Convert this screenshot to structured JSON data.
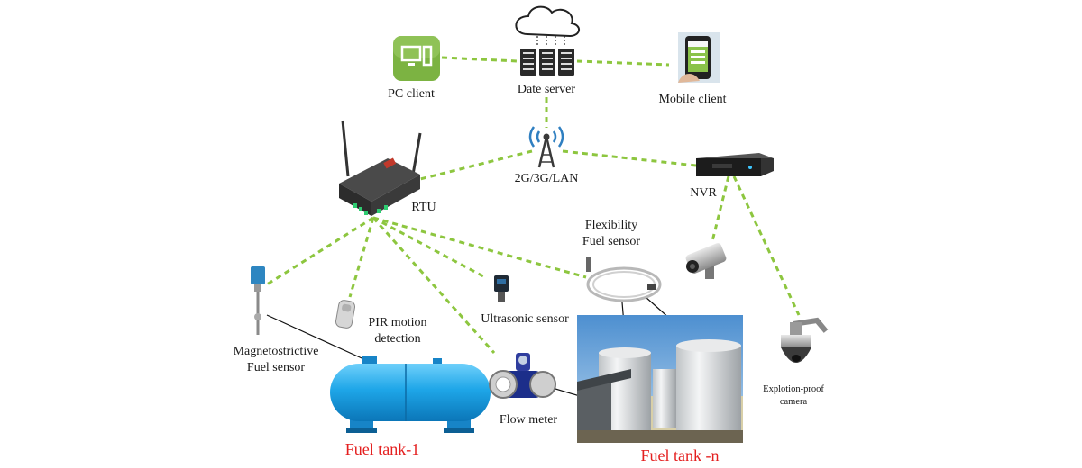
{
  "nodes": {
    "data_server": "Date server",
    "pc_client": "PC client",
    "mobile_client": "Mobile client",
    "network": "2G/3G/LAN",
    "rtu": "RTU",
    "nvr": "NVR",
    "flex_sensor_line1": "Flexibility",
    "flex_sensor_line2": "Fuel sensor",
    "pir_line1": "PIR motion",
    "pir_line2": "detection",
    "ultrasonic": "Ultrasonic sensor",
    "magneto_line1": "Magnetostrictive",
    "magneto_line2": "Fuel sensor",
    "flow_meter": "Flow meter",
    "tank1": "Fuel tank-1",
    "tankn": "Fuel tank -n",
    "camera_line1": "Explotion-proof",
    "camera_line2": "camera"
  },
  "colors": {
    "link": "#8dc63f",
    "pc_icon": "#7cb342",
    "tank": "#1ea6e8",
    "label_red": "#e41f1f"
  }
}
